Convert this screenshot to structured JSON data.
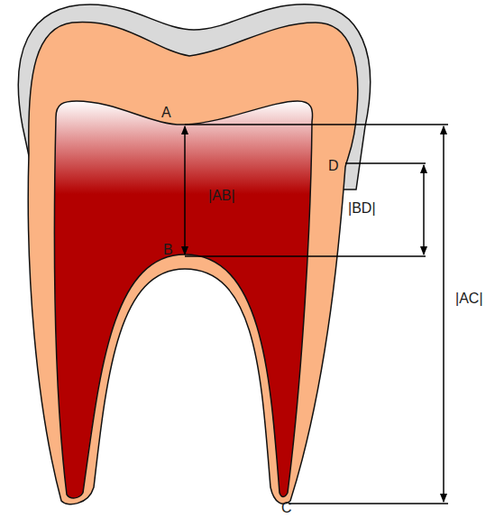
{
  "diagram": {
    "labels": [
      "A",
      "|AB|",
      "B",
      "D",
      "|BD|",
      "|AC|",
      "C"
    ]
  }
}
